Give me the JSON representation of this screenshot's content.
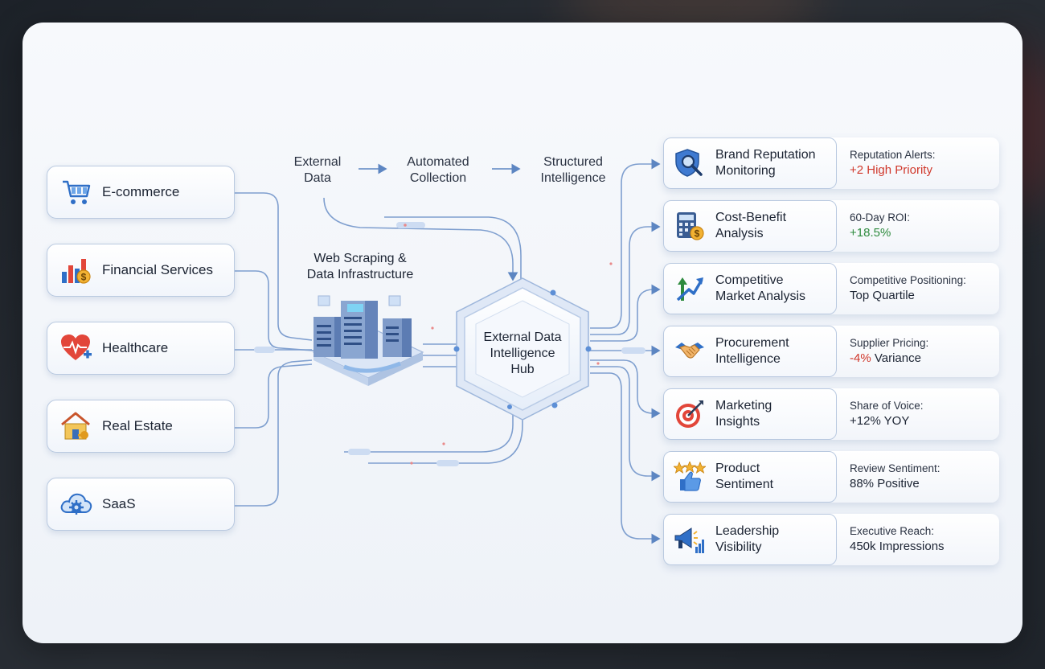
{
  "flow": {
    "step1": [
      "External",
      "Data"
    ],
    "step2": [
      "Automated",
      "Collection"
    ],
    "step3": [
      "Structured",
      "Intelligence"
    ]
  },
  "infrastructure": {
    "title": [
      "Web Scraping &",
      "Data Infrastructure"
    ]
  },
  "hub": {
    "label": [
      "External Data",
      "Intelligence",
      "Hub"
    ]
  },
  "industries": [
    {
      "label": "E-commerce",
      "icon": "shopping-cart-icon"
    },
    {
      "label": "Financial Services",
      "icon": "bar-chart-dollar-icon"
    },
    {
      "label": "Healthcare",
      "icon": "heart-pulse-icon"
    },
    {
      "label": "Real Estate",
      "icon": "house-key-icon"
    },
    {
      "label": "SaaS",
      "icon": "cloud-gear-icon"
    }
  ],
  "insights": [
    {
      "title": [
        "Brand Reputation",
        "Monitoring"
      ],
      "icon": "shield-magnifier-icon",
      "metric": "Reputation Alerts:",
      "value_highlight": "+2 High Priority",
      "value_rest": "",
      "highlight_color": "#d0382b"
    },
    {
      "title": [
        "Cost-Benefit",
        "Analysis"
      ],
      "icon": "calculator-coin-icon",
      "metric": "60-Day ROI:",
      "value_highlight": "+18.5%",
      "value_rest": "",
      "highlight_color": "#2e8b3e"
    },
    {
      "title": [
        "Competitive",
        "Market Analysis"
      ],
      "icon": "trend-arrows-icon",
      "metric": "Competitive Positioning:",
      "value_highlight": "",
      "value_rest": "Top Quartile",
      "highlight_color": "#1c2433"
    },
    {
      "title": [
        "Procurement",
        "Intelligence"
      ],
      "icon": "handshake-icon",
      "metric": "Supplier Pricing:",
      "value_highlight": "-4%",
      "value_rest": " Variance",
      "highlight_color": "#d0382b"
    },
    {
      "title": [
        "Marketing",
        "Insights"
      ],
      "icon": "target-icon",
      "metric": "Share of Voice:",
      "value_highlight": "",
      "value_rest": "+12% YOY",
      "highlight_color": "#1c2433"
    },
    {
      "title": [
        "Product",
        "Sentiment"
      ],
      "icon": "stars-thumbs-up-icon",
      "metric": "Review Sentiment:",
      "value_highlight": "",
      "value_rest": "88% Positive",
      "highlight_color": "#1c2433"
    },
    {
      "title": [
        "Leadership",
        "Visibility"
      ],
      "icon": "megaphone-chart-icon",
      "metric": "Executive Reach:",
      "value_highlight": "",
      "value_rest": "450k Impressions",
      "highlight_color": "#1c2433"
    }
  ],
  "colors": {
    "wire": "#7f9fcf",
    "accent": "#4a7fd0",
    "card_border": "#b9c9e0"
  }
}
